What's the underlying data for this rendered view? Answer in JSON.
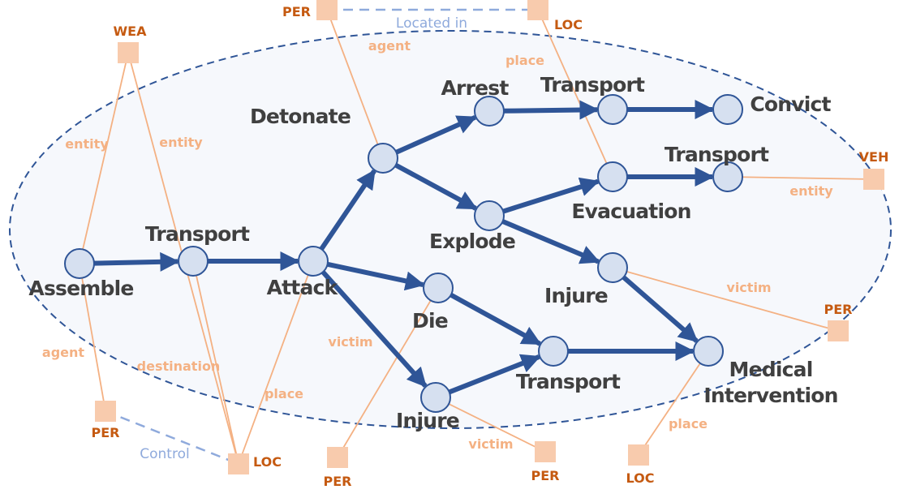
{
  "colors": {
    "event_edge": "#2F5597",
    "event_node_fill": "#D6E0F0",
    "argument_box": "#F8CBAD",
    "argument_label": "#C55A11",
    "role_line": "#F4B183",
    "relation_line": "#8FAADC",
    "event_text": "#404040",
    "ellipse_fill": "#F6F8FC"
  },
  "events": [
    {
      "id": "assemble",
      "label": "Assemble"
    },
    {
      "id": "transport1",
      "label": "Transport"
    },
    {
      "id": "attack",
      "label": "Attack"
    },
    {
      "id": "detonate",
      "label": "Detonate"
    },
    {
      "id": "arrest",
      "label": "Arrest"
    },
    {
      "id": "explode",
      "label": "Explode"
    },
    {
      "id": "die",
      "label": "Die"
    },
    {
      "id": "injure2",
      "label": "Injure"
    },
    {
      "id": "transport_mid",
      "label": "Transport"
    },
    {
      "id": "transport_top",
      "label": "Transport"
    },
    {
      "id": "convict",
      "label": "Convict"
    },
    {
      "id": "evacuation",
      "label": "Evacuation"
    },
    {
      "id": "transport_right",
      "label": "Transport"
    },
    {
      "id": "injure1",
      "label": "Injure"
    },
    {
      "id": "medical",
      "label": "Medical",
      "label2": "Intervention"
    }
  ],
  "event_edges": [
    [
      "assemble",
      "transport1"
    ],
    [
      "transport1",
      "attack"
    ],
    [
      "attack",
      "detonate"
    ],
    [
      "attack",
      "die"
    ],
    [
      "attack",
      "injure2"
    ],
    [
      "detonate",
      "arrest"
    ],
    [
      "detonate",
      "explode"
    ],
    [
      "arrest",
      "transport_top"
    ],
    [
      "transport_top",
      "convict"
    ],
    [
      "explode",
      "evacuation"
    ],
    [
      "explode",
      "injure1"
    ],
    [
      "evacuation",
      "transport_right"
    ],
    [
      "die",
      "transport_mid"
    ],
    [
      "injure2",
      "transport_mid"
    ],
    [
      "transport_mid",
      "medical"
    ],
    [
      "injure1",
      "medical"
    ]
  ],
  "arguments": [
    {
      "id": "wea",
      "label": "WEA"
    },
    {
      "id": "per_top",
      "label": "PER"
    },
    {
      "id": "loc_top",
      "label": "LOC"
    },
    {
      "id": "veh",
      "label": "VEH"
    },
    {
      "id": "per_right",
      "label": "PER"
    },
    {
      "id": "per_left",
      "label": "PER"
    },
    {
      "id": "loc_left",
      "label": "LOC"
    },
    {
      "id": "per_bottom",
      "label": "PER"
    },
    {
      "id": "per_bottom2",
      "label": "PER"
    },
    {
      "id": "loc_bottom",
      "label": "LOC"
    }
  ],
  "roles": [
    {
      "from": "wea",
      "to": "assemble",
      "label": "entity"
    },
    {
      "from": "per_left",
      "to": "assemble",
      "label": "agent"
    },
    {
      "from": "wea",
      "to": "loc_left",
      "label": "entity"
    },
    {
      "from": "loc_left",
      "to": "transport1",
      "label": "destination"
    },
    {
      "from": "loc_left",
      "to": "attack",
      "label": "place"
    },
    {
      "from": "per_top",
      "to": "detonate",
      "label": "agent"
    },
    {
      "from": "loc_top",
      "to": "evacuation",
      "label": "place"
    },
    {
      "from": "veh",
      "to": "transport_right",
      "label": "entity"
    },
    {
      "from": "per_right",
      "to": "injure1",
      "label": "victim"
    },
    {
      "from": "per_bottom",
      "to": "die",
      "label": "victim"
    },
    {
      "from": "per_bottom2",
      "to": "injure2",
      "label": "victim"
    },
    {
      "from": "loc_bottom",
      "to": "medical",
      "label": "place"
    }
  ],
  "relations": [
    {
      "from": "per_top",
      "to": "loc_top",
      "label": "Located in"
    },
    {
      "from": "per_left",
      "to": "loc_left",
      "label": "Control"
    }
  ]
}
